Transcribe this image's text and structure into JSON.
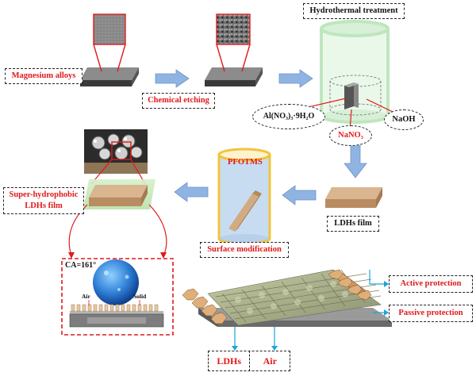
{
  "labels": {
    "magnesium": "Magnesium alloys",
    "etching": "Chemical etching",
    "hydrothermal": "Hydrothermal treatment",
    "al_nitrate": "Al(NO₃)₃·9H₂O",
    "sodium_nitrate": "NaNO₃",
    "naoh": "NaOH",
    "pfotms": "PFOTMS",
    "ldh_film": "LDHs film",
    "surface_mod": "Surface modification",
    "superhydrophobic_line1": "Super-hydrophobic",
    "superhydrophobic_line2": "LDHs film",
    "contact_angle": "CA=161°",
    "air_small": "Air",
    "solid_small": "Solid",
    "active": "Active protection",
    "passive": "Passive protection",
    "ldhs": "LDHs",
    "air": "Air"
  },
  "colors": {
    "label_red": "#e0191b",
    "arrow_blue": "#8fb4e3",
    "connector_blue": "#1aa3dc",
    "ldh_brown": "#d0ab86",
    "cylinder_green": "#c7ebc9"
  }
}
